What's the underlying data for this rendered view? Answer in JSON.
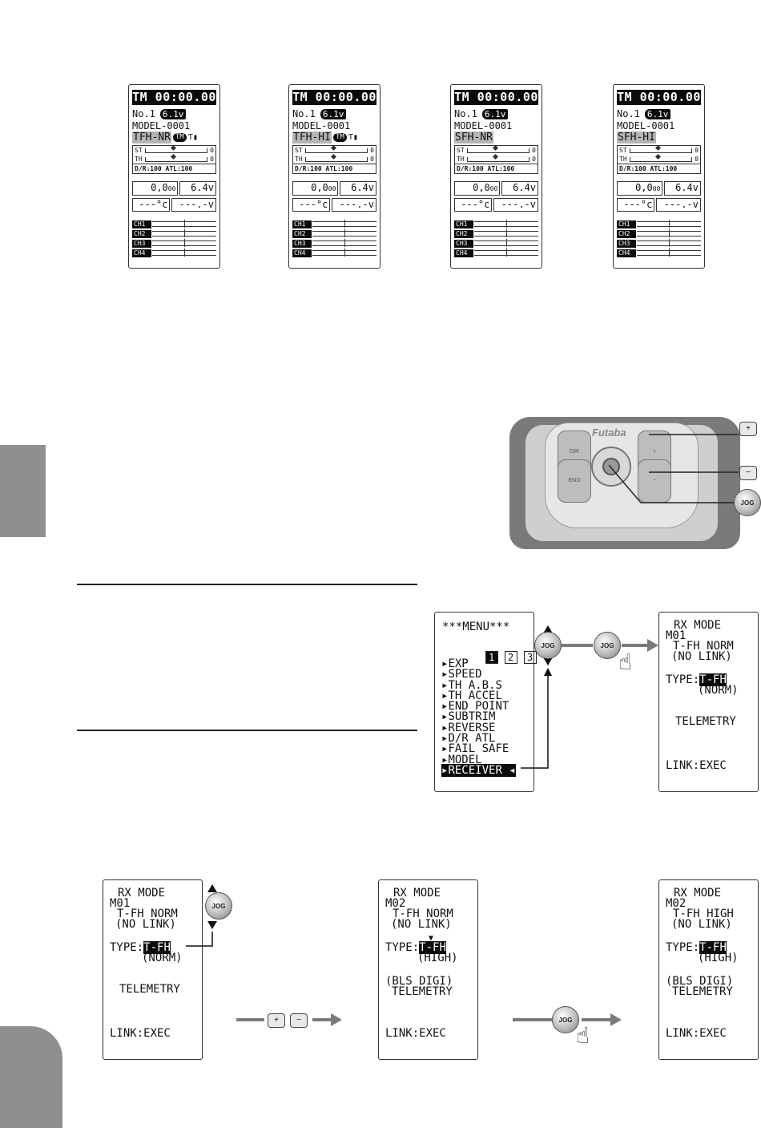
{
  "home_screens": [
    {
      "timer": "TM 00:00.00",
      "model_no": "No.1",
      "voltage": "6.1v",
      "model_name": "MODEL-0001",
      "mode": "TFH-NR",
      "tm_badge": "TM",
      "antenna": true,
      "st_label": "ST",
      "th_label": "TH",
      "trim_value": "0",
      "dr_atl": "D/R:100 ATL:100",
      "speed": "0,0",
      "speed_unit": "00",
      "rx_voltage": "6.4v",
      "temp": "---°c",
      "ext_voltage": "---.-v",
      "channels": [
        "CH1",
        "CH2",
        "CH3",
        "CH4"
      ]
    },
    {
      "timer": "TM 00:00.00",
      "model_no": "No.1",
      "voltage": "6.1v",
      "model_name": "MODEL-0001",
      "mode": "TFH-HI",
      "tm_badge": "TM",
      "antenna": true,
      "st_label": "ST",
      "th_label": "TH",
      "trim_value": "0",
      "dr_atl": "D/R:100 ATL:100",
      "speed": "0,0",
      "speed_unit": "00",
      "rx_voltage": "6.4v",
      "temp": "---°c",
      "ext_voltage": "---.-v",
      "channels": [
        "CH1",
        "CH2",
        "CH3",
        "CH4"
      ]
    },
    {
      "timer": "TM 00:00.00",
      "model_no": "No.1",
      "voltage": "6.1v",
      "model_name": "MODEL-0001",
      "mode": "SFH-NR",
      "tm_badge": "",
      "antenna": false,
      "st_label": "ST",
      "th_label": "TH",
      "trim_value": "0",
      "dr_atl": "D/R:100 ATL:100",
      "speed": "0,0",
      "speed_unit": "00",
      "rx_voltage": "6.4v",
      "temp": "---°c",
      "ext_voltage": "---.-v",
      "channels": [
        "CH1",
        "CH2",
        "CH3",
        "CH4"
      ]
    },
    {
      "timer": "TM 00:00.00",
      "model_no": "No.1",
      "voltage": "6.1v",
      "model_name": "MODEL-0001",
      "mode": "SFH-HI",
      "tm_badge": "",
      "antenna": false,
      "st_label": "ST",
      "th_label": "TH",
      "trim_value": "0",
      "dr_atl": "D/R:100 ATL:100",
      "speed": "0,0",
      "speed_unit": "00",
      "rx_voltage": "6.4v",
      "temp": "---°c",
      "ext_voltage": "---.-v",
      "channels": [
        "CH1",
        "CH2",
        "CH3",
        "CH4"
      ]
    }
  ],
  "transmitter": {
    "brand": "Futaba",
    "dir_label": "DIR",
    "end_label": "END",
    "plus_key": "+",
    "minus_key": "−",
    "jog_label": "JOG"
  },
  "menu_screen": {
    "title": "***MENU***",
    "pages": [
      "1",
      "2",
      "3"
    ],
    "items": [
      "EXP",
      "SPEED",
      "TH A.B.S",
      "TH ACCEL",
      "END POINT",
      "SUBTRIM",
      "REVERSE",
      "D/R ATL",
      "FAIL SAFE",
      "MODEL",
      "RECEIVER"
    ]
  },
  "rx_screens": [
    {
      "title": "RX MODE",
      "model": "M01",
      "mode": "T-FH NORM",
      "link": "(NO LINK)",
      "type_label": "TYPE:",
      "type_value": "T-FH",
      "type_sub": "(NORM)",
      "bls": "",
      "telemetry": "TELEMETRY",
      "link_exec": "LINK:EXEC"
    },
    {
      "title": "RX MODE",
      "model": "M01",
      "mode": "T-FH NORM",
      "link": "(NO LINK)",
      "type_label": "TYPE:",
      "type_value": "T-FH",
      "type_sub": "(NORM)",
      "bls": "",
      "telemetry": "TELEMETRY",
      "link_exec": "LINK:EXEC"
    },
    {
      "title": "RX MODE",
      "model": "M02",
      "mode": "T-FH NORM",
      "link": "(NO LINK)",
      "type_label": "TYPE:",
      "type_value": "T-FH",
      "type_sub": "(HIGH)",
      "bls": "(BLS DIGI)",
      "telemetry": "TELEMETRY",
      "link_exec": "LINK:EXEC"
    },
    {
      "title": "RX MODE",
      "model": "M02",
      "mode": "T-FH HIGH",
      "link": "(NO LINK)",
      "type_label": "TYPE:",
      "type_value": "T-FH",
      "type_sub": "(HIGH)",
      "bls": "(BLS DIGI)",
      "telemetry": "TELEMETRY",
      "link_exec": "LINK:EXEC"
    }
  ],
  "jog_label": "JOG",
  "plus_key": "+",
  "minus_key": "−"
}
